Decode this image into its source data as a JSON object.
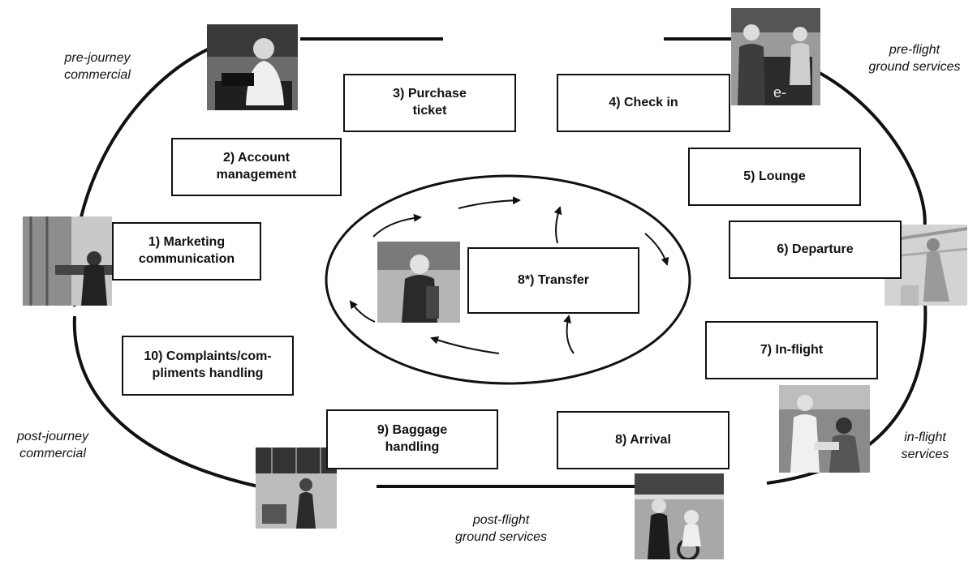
{
  "phase_labels": {
    "pre_journey": "pre-journey\ncommercial",
    "pre_flight": "pre-flight\nground services",
    "in_flight": "in-flight\nservices",
    "post_flight": "post-flight\nground services",
    "post_journey": "post-journey\ncommercial"
  },
  "steps": {
    "marketing": "1) Marketing\ncommunication",
    "account": "2) Account\nmanagement",
    "purchase": "3) Purchase\nticket",
    "checkin": "4) Check in",
    "lounge": "5) Lounge",
    "departure": "6) Departure",
    "inflight": "7) In-flight",
    "arrival": "8) Arrival",
    "baggage": "9) Baggage\nhandling",
    "complaints": "10) Complaints/com-\npliments handling",
    "transfer": "8*) Transfer"
  },
  "photo_subjects": {
    "businesswoman": "businesswoman-photo",
    "checkin_desk": "checkin-photo",
    "office_worker": "office-worker-photo",
    "traveller": "traveller-photo",
    "departure_walk": "departure-photo",
    "cabin_service": "cabin-service-photo",
    "baggage_hall": "baggage-photo",
    "arrival_assist": "arrival-photo"
  }
}
